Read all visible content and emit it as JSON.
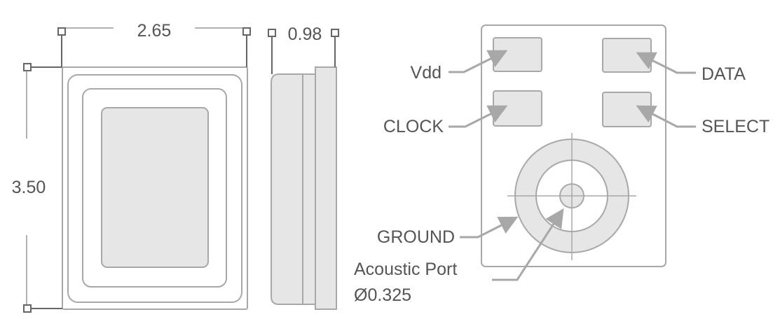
{
  "dimensions": {
    "width": "2.65",
    "height": "3.50",
    "thickness": "0.98"
  },
  "pins": {
    "vdd": "Vdd",
    "data": "DATA",
    "clock": "CLOCK",
    "select": "SELECT",
    "ground": "GROUND"
  },
  "port": {
    "label": "Acoustic Port",
    "diameter": "Ø0.325"
  },
  "colors": {
    "stroke": "#a8a8a8",
    "fill": "#e6e6e6",
    "text": "#555555",
    "dimension_line": "#666666"
  }
}
